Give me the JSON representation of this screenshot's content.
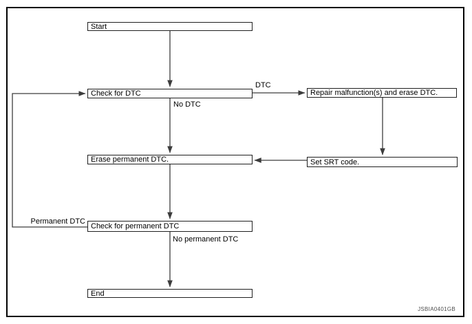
{
  "diagram": {
    "type": "flowchart",
    "watermark": "JSBIA0401GB",
    "colors": {
      "background": "#ffffff",
      "frame_border": "#000000",
      "box_border": "#1f1f1f",
      "line": "#3c3c3c",
      "text": "#000000",
      "watermark_text": "#4d4d4d"
    },
    "nodes": {
      "start": {
        "label": "Start"
      },
      "check_dtc": {
        "label": "Check for DTC"
      },
      "repair": {
        "label": "Repair malfunction(s) and erase DTC."
      },
      "erase_permanent": {
        "label": "Erase permanent DTC."
      },
      "set_srt": {
        "label": "Set SRT code."
      },
      "check_permanent": {
        "label": "Check for permanent DTC"
      },
      "end": {
        "label": "End"
      }
    },
    "edge_labels": {
      "dtc": "DTC",
      "no_dtc": "No DTC",
      "permanent_dtc": "Permanent DTC",
      "no_permanent_dtc": "No permanent DTC"
    },
    "edges": [
      {
        "from": "start",
        "to": "check_dtc",
        "label": ""
      },
      {
        "from": "check_dtc",
        "to": "repair",
        "label": "DTC"
      },
      {
        "from": "repair",
        "to": "set_srt",
        "label": ""
      },
      {
        "from": "set_srt",
        "to": "erase_permanent",
        "label": ""
      },
      {
        "from": "check_dtc",
        "to": "erase_permanent",
        "label": "No DTC"
      },
      {
        "from": "erase_permanent",
        "to": "check_permanent",
        "label": ""
      },
      {
        "from": "check_permanent",
        "to": "check_dtc",
        "label": "Permanent DTC"
      },
      {
        "from": "check_permanent",
        "to": "end",
        "label": "No permanent DTC"
      }
    ]
  }
}
